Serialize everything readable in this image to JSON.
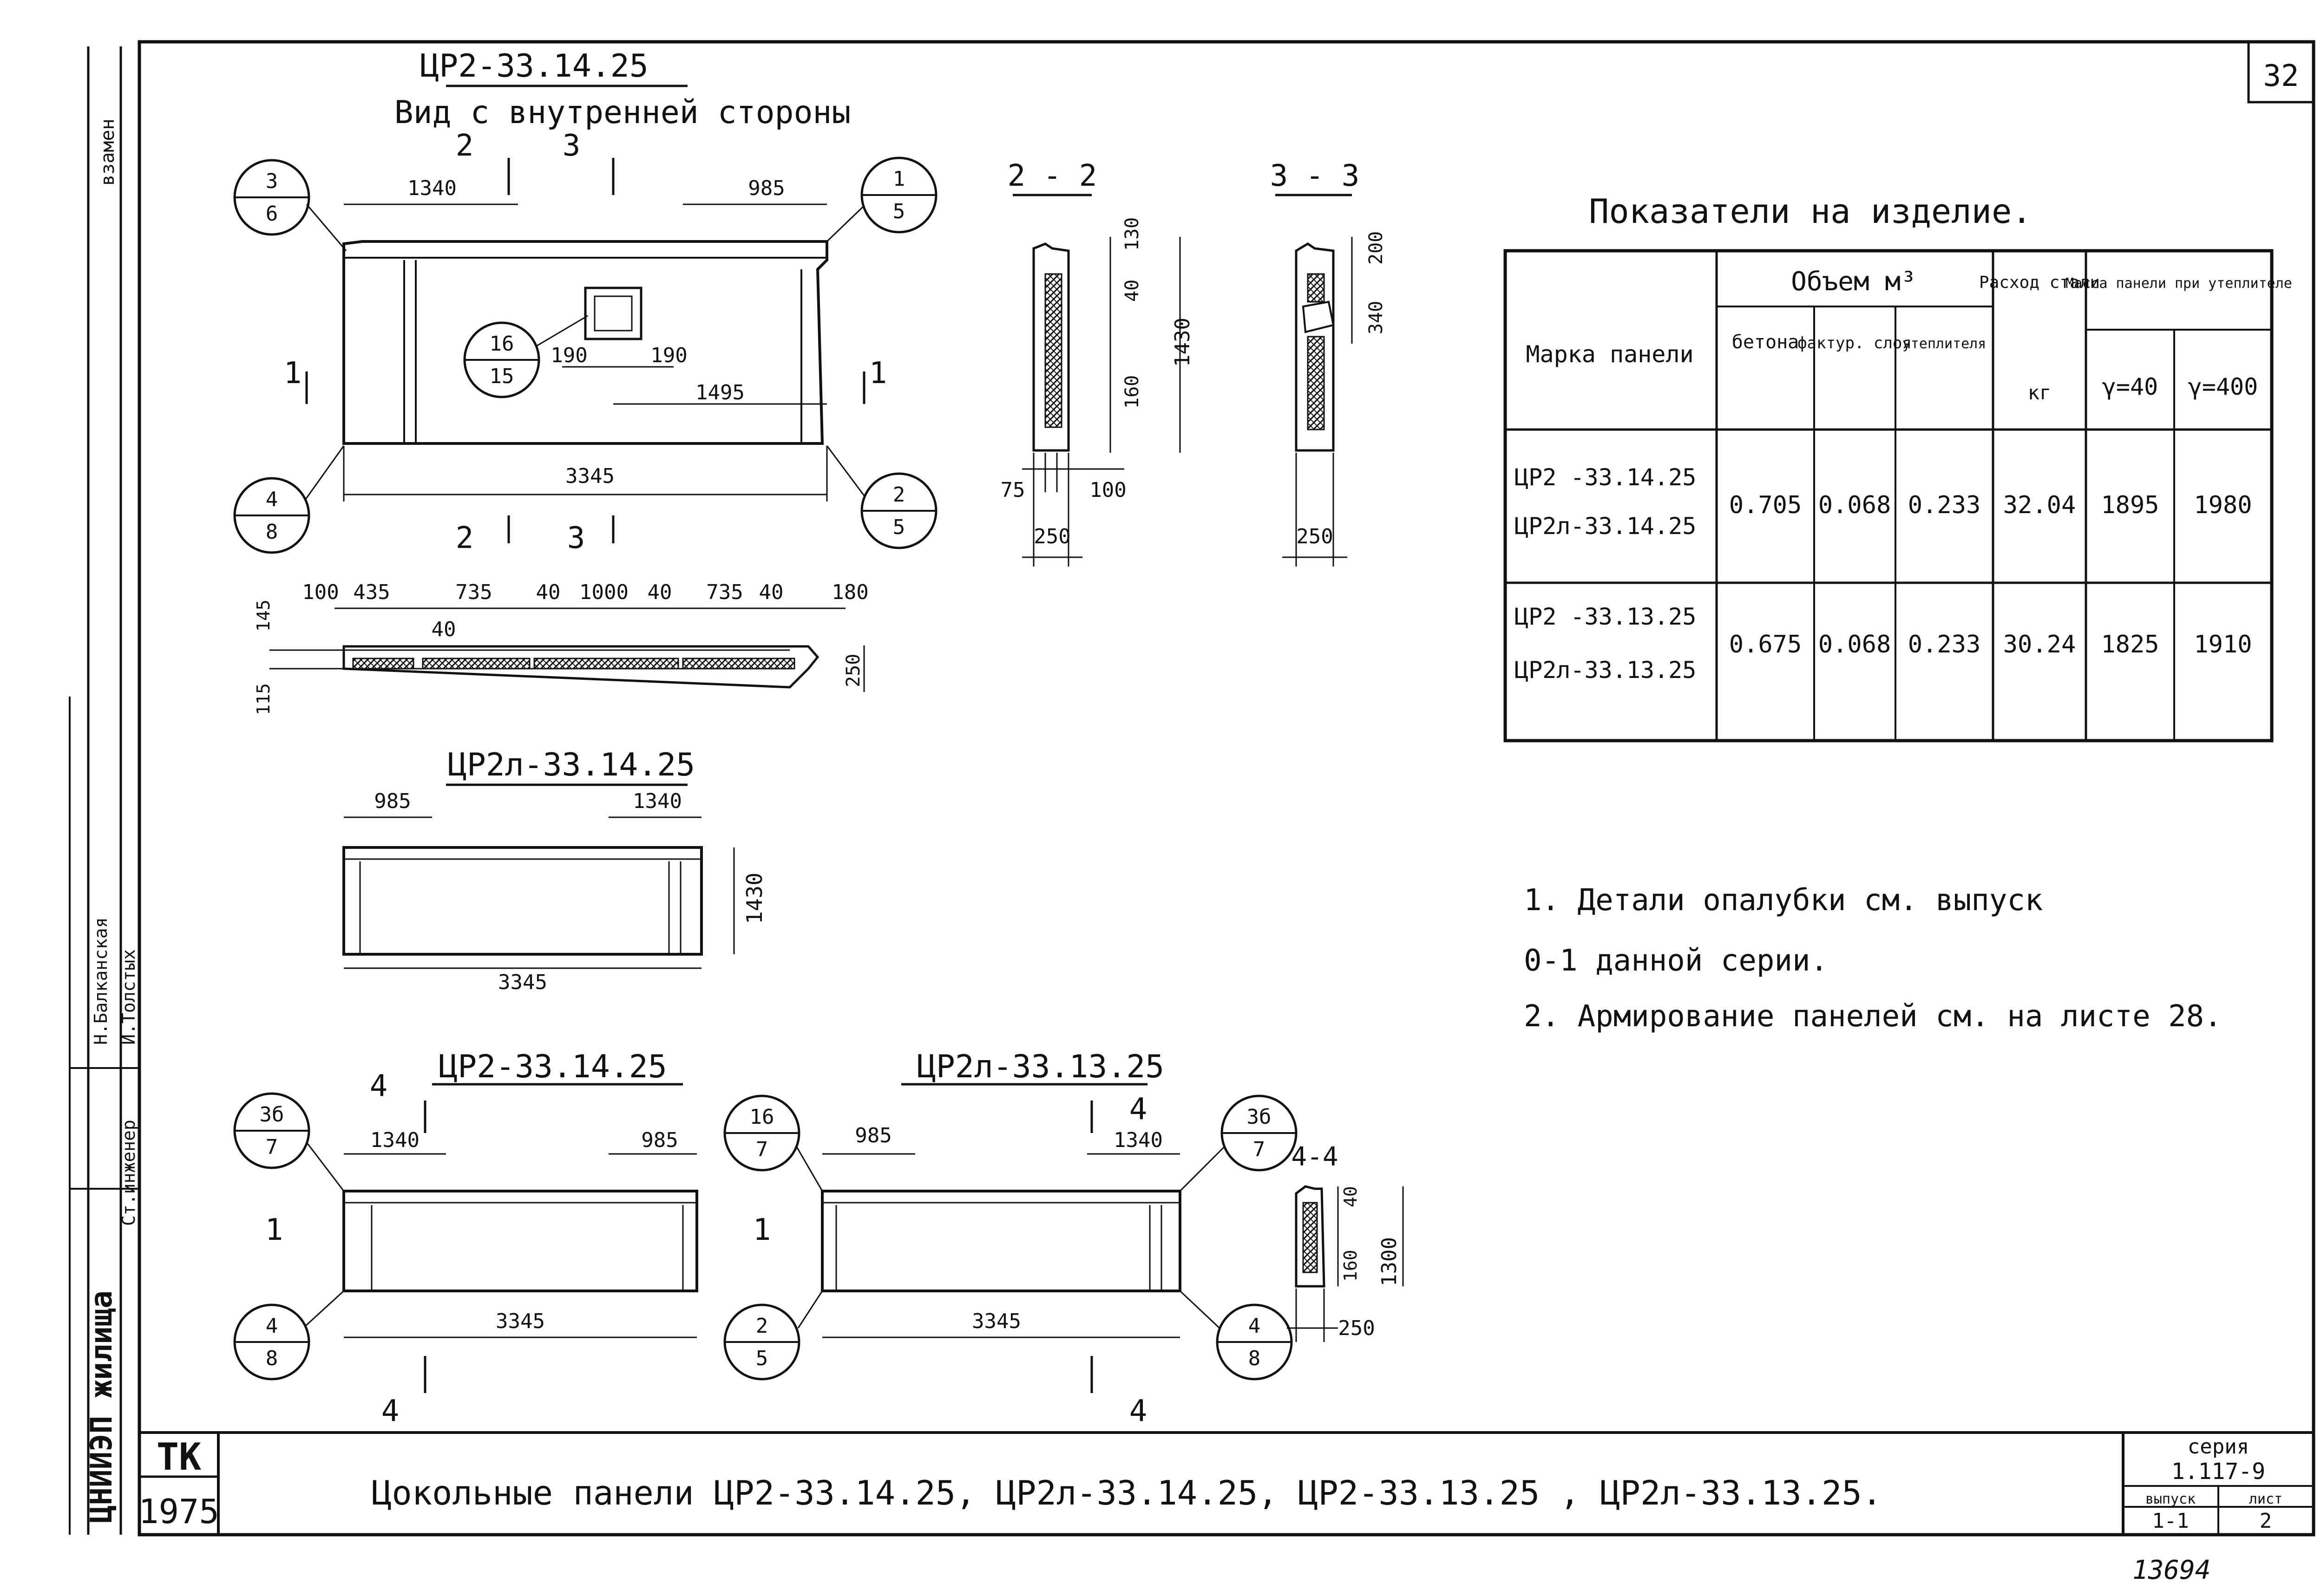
{
  "sheet": {
    "page_number": "32",
    "code": "ТК",
    "year": "1975",
    "stamp_number": "13694",
    "series_label": "серия",
    "series_value": "1.117-9",
    "issue_label": "выпуск",
    "issue_value": "1-1",
    "sheet_label": "лист",
    "sheet_value": "2",
    "title": "Цокольные панели ЦР2-33.14.25, ЦР2л-33.14.25, ЦР2-33.13.25 , ЦР2л-33.13.25.",
    "side_text_top": "взамен",
    "side_text_mid1": "Н.Балканская",
    "side_text_mid2": "И.Толстых",
    "side_text_mid3": "Ст.инженер",
    "side_text_org": "ЦНИИЭП жилища"
  },
  "view1": {
    "mark": "ЦР2-33.14.25",
    "subtitle": "Вид с внутренней стороны",
    "dims": {
      "left": "1340",
      "right": "985",
      "hole_a": "190",
      "hole_b": "190",
      "hole_pos": "1495",
      "length": "3345"
    },
    "sections": {
      "top_a": "2",
      "top_b": "3",
      "bot_a": "2",
      "bot_b": "3",
      "side_l": "1",
      "side_r": "1"
    },
    "callouts": [
      {
        "top": "3",
        "bot": "6"
      },
      {
        "top": "1",
        "bot": "5"
      },
      {
        "top": "16",
        "bot": "15"
      },
      {
        "top": "4",
        "bot": "8"
      },
      {
        "top": "2",
        "bot": "5"
      }
    ]
  },
  "plan_strip": {
    "dims": [
      "100",
      "435",
      "735",
      "40",
      "1000",
      "40",
      "735",
      "40",
      "180"
    ],
    "inner": "40",
    "left_top": "145",
    "left_bot": "115",
    "height": "250"
  },
  "section22": {
    "title": "2 - 2",
    "dims": {
      "top": "130",
      "a": "40",
      "total": "1430",
      "b": "160",
      "w1": "75",
      "w2": "100",
      "width": "250"
    }
  },
  "section33": {
    "title": "3 - 3",
    "dims": {
      "top": "200",
      "mid": "340",
      "width": "250"
    }
  },
  "view2": {
    "mark": "ЦР2л-33.14.25",
    "dims": {
      "left": "985",
      "right": "1340",
      "height": "1430",
      "length": "3345"
    }
  },
  "view3": {
    "mark": "ЦР2-33.14.25",
    "dims": {
      "left": "1340",
      "right": "985",
      "length": "3345"
    },
    "sections": {
      "top": "4",
      "bot": "4",
      "side_l": "1",
      "side_r": "1"
    },
    "callouts": [
      {
        "top": "3б",
        "bot": "7"
      },
      {
        "top": "4",
        "bot": "8"
      }
    ]
  },
  "view4": {
    "mark": "ЦР2л-33.13.25",
    "dims": {
      "left": "985",
      "right": "1340",
      "length": "3345"
    },
    "sections": {
      "top": "4",
      "bot": "4"
    },
    "callouts": [
      {
        "top": "16",
        "bot": "7"
      },
      {
        "top": "3б",
        "bot": "7"
      },
      {
        "top": "2",
        "bot": "5"
      },
      {
        "top": "4",
        "bot": "8"
      }
    ]
  },
  "section44": {
    "title": "4-4",
    "dims": {
      "top": "40",
      "b": "160",
      "total": "1300",
      "width": "250"
    }
  },
  "table": {
    "title": "Показатели на изделие.",
    "col_mark": "Марка панели",
    "col_volume": "Объем м³",
    "col_beton": "бетона",
    "col_faktur": "фактур. слоя",
    "col_uteplit": "утеплителя",
    "col_steel": "Расход стали",
    "col_steel_unit": "кг",
    "col_mass": "Масса панели при утеплителе",
    "col_mass_a": "γ=40",
    "col_mass_b": "γ=400",
    "rows": [
      {
        "mark1": "ЦР2 -33.14.25",
        "mark2": "ЦР2л-33.14.25",
        "beton": "0.705",
        "faktur": "0.068",
        "uteplit": "0.233",
        "steel": "32.04",
        "mass_a": "1895",
        "mass_b": "1980"
      },
      {
        "mark1": "ЦР2 -33.13.25",
        "mark2": "ЦР2л-33.13.25",
        "beton": "0.675",
        "faktur": "0.068",
        "uteplit": "0.233",
        "steel": "30.24",
        "mass_a": "1825",
        "mass_b": "1910"
      }
    ]
  },
  "notes": {
    "n1a": "1. Детали опалубки см. выпуск",
    "n1b": "0-1  данной  серии.",
    "n2": "2. Армирование панелей см. на листе 28."
  }
}
